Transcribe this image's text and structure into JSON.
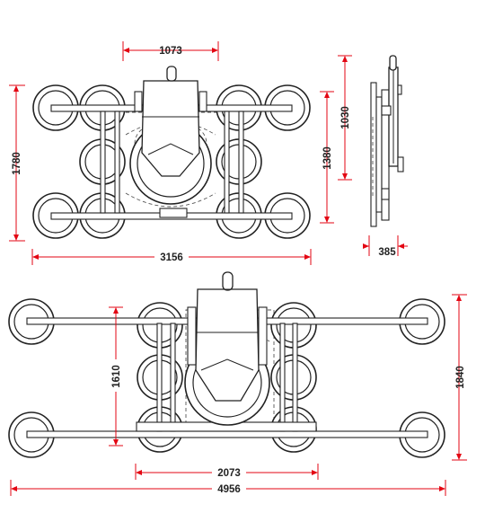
{
  "dimensions": {
    "top_view": {
      "clamp_width": "1073",
      "height": "1780",
      "inner_height": "1380",
      "width": "3156"
    },
    "side_view": {
      "height": "1030",
      "depth": "385"
    },
    "extended_view": {
      "inner_height": "1610",
      "height": "1840",
      "inner_width": "2073",
      "width": "4956"
    }
  },
  "colors": {
    "dimension": "#e30613",
    "outline": "#222222"
  }
}
